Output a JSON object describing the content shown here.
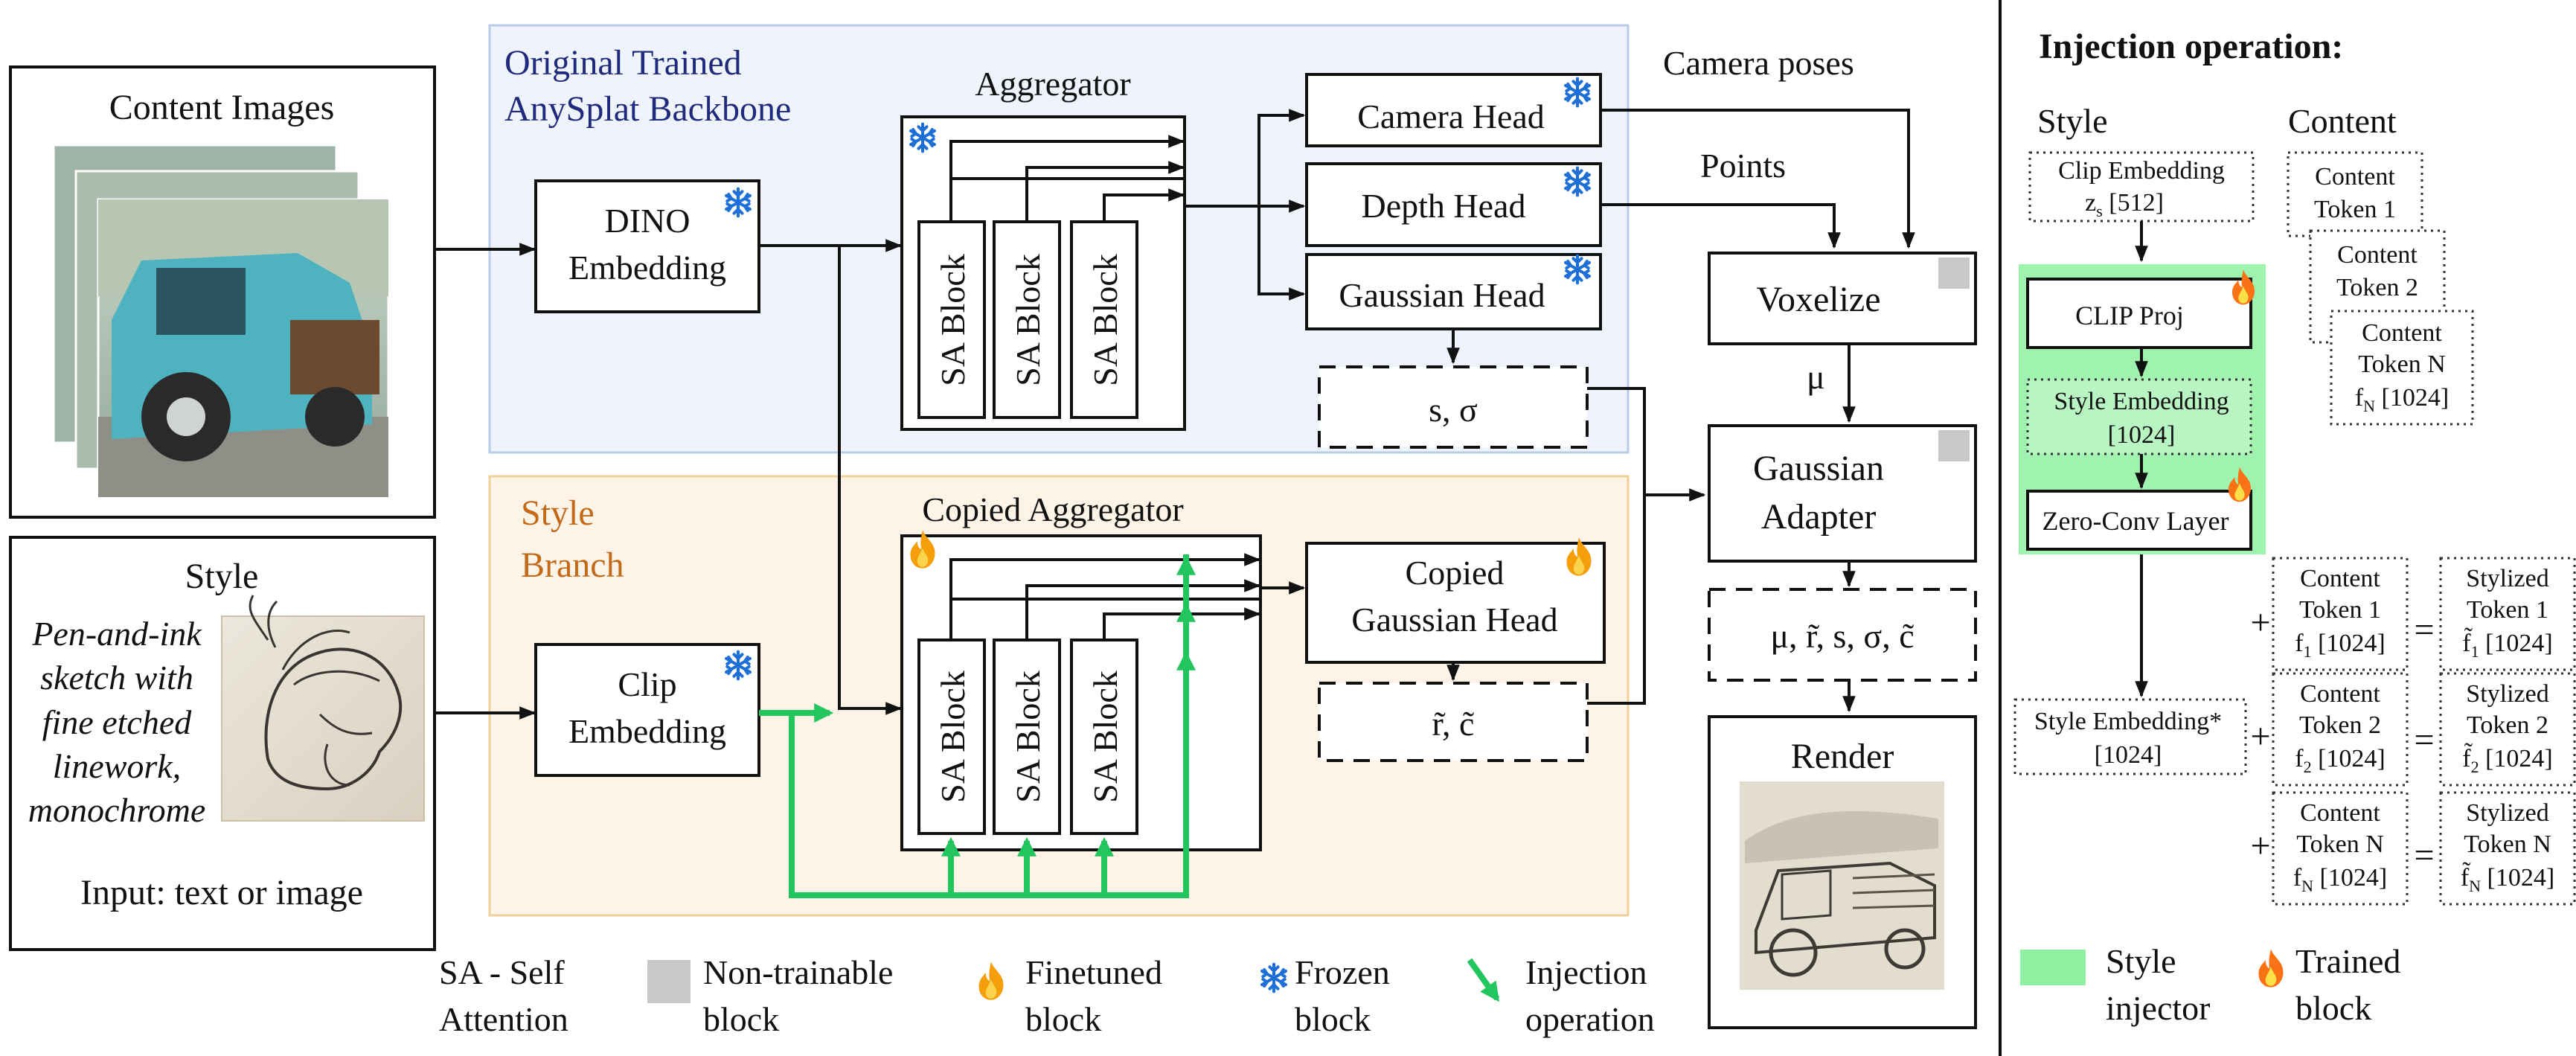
{
  "diagram": {
    "content_images_label": "Content Images",
    "style_label": "Style",
    "style_prompt": [
      "Pen-and-ink",
      "sketch with",
      "fine etched",
      "linework,",
      "monochrome"
    ],
    "input_label": "Input: text or image",
    "backbone_title": [
      "Original Trained",
      "AnySplat Backbone"
    ],
    "style_branch_title": [
      "Style",
      "Branch"
    ],
    "dino_embedding": [
      "DINO",
      "Embedding"
    ],
    "clip_embedding": [
      "Clip",
      "Embedding"
    ],
    "aggregator": "Aggregator",
    "copied_aggregator": "Copied Aggregator",
    "sa_block": "SA Block",
    "camera_head": "Camera Head",
    "depth_head": "Depth Head",
    "gaussian_head": "Gaussian Head",
    "copied_gaussian_head": [
      "Copied",
      "Gaussian Head"
    ],
    "s_sigma": "s, σ",
    "r_c": "r̃, c̃",
    "camera_poses": "Camera poses",
    "points": "Points",
    "voxelize": "Voxelize",
    "mu": "μ",
    "gaussian_adapter": [
      "Gaussian",
      "Adapter"
    ],
    "params": "μ, r̃, s, σ, c̃",
    "render": "Render"
  },
  "legend": {
    "sa": [
      "SA - Self",
      "Attention"
    ],
    "non_trainable": [
      "Non-trainable",
      "block"
    ],
    "finetuned": [
      "Finetuned",
      "block"
    ],
    "frozen": [
      "Frozen",
      "block"
    ],
    "injection": [
      "Injection",
      "operation"
    ]
  },
  "injection_panel": {
    "title": "Injection operation:",
    "style_col": "Style",
    "content_col": "Content",
    "clip_embedding": "Clip Embedding",
    "zs": "z",
    "zs_sub": "s",
    "zs_dim": " [512]",
    "content_tokens": [
      {
        "l1": "Content",
        "l2": "Token 1"
      },
      {
        "l1": "Content",
        "l2": "Token 2"
      },
      {
        "l1": "Content",
        "l2": "Token N",
        "l3": "f",
        "sub": "N",
        "dim": " [1024]"
      }
    ],
    "clip_proj": "CLIP Proj",
    "style_embedding": [
      "Style Embedding",
      "[1024]"
    ],
    "zero_conv": "Zero-Conv Layer",
    "style_embedding_star": [
      "Style Embedding*",
      "[1024]"
    ],
    "rows": [
      {
        "c1": "Content",
        "c2": "Token 1",
        "cf": "f",
        "csub": "1",
        "s1": "Stylized",
        "s2": "Token 1",
        "sf": "f̃",
        "ssub": "1",
        "dim": " [1024]"
      },
      {
        "c1": "Content",
        "c2": "Token 2",
        "cf": "f",
        "csub": "2",
        "s1": "Stylized",
        "s2": "Token 2",
        "sf": "f̃",
        "ssub": "2",
        "dim": " [1024]"
      },
      {
        "c1": "Content",
        "c2": "Token N",
        "cf": "f",
        "csub": "N",
        "s1": "Stylized",
        "s2": "Token N",
        "sf": "f̃",
        "ssub": "N",
        "dim": " [1024]"
      }
    ],
    "plus": "+",
    "equals": "=",
    "legend_injector": [
      "Style",
      "injector"
    ],
    "legend_trained": [
      "Trained",
      "block"
    ]
  },
  "colors": {
    "backbone_bg": "#eef3fc",
    "backbone_border": "#b9cde8",
    "branch_bg": "#fdf3e6",
    "branch_border": "#f0cf9b",
    "injection_green": "#22c55e",
    "injector_bg": "#8ff0a1",
    "nontrainable_grey": "#c8c8c8",
    "flame_orange": "#f59e0b",
    "snowflake_blue": "#1d6fd6"
  }
}
